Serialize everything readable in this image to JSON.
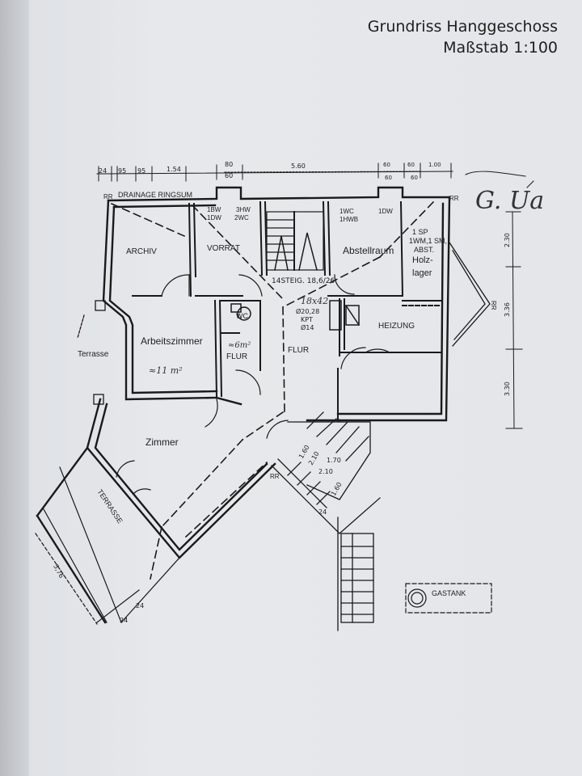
{
  "title": {
    "line1": "Grundriss Hanggeschoss",
    "line2": "Maßstab 1:100"
  },
  "rooms": {
    "archiv": "ARCHIV",
    "vorrat": "VORRAT",
    "abstellraum": "Abstellraum",
    "holzlager": [
      "1 SP",
      "1WM,1 SM,",
      "ABST.",
      "Holz-",
      "lager"
    ],
    "arbeitszimmer": "Arbeitszimmer",
    "arbeitszimmer_area": "≈11 m²",
    "wc": "WC",
    "wc_area": "≈6m²",
    "flur1": "FLUR",
    "flur2": "FLUR",
    "heizung": "HEIZUNG",
    "zimmer": "Zimmer",
    "terrasse1": "Terrasse",
    "terrasse2": "TERRASSE",
    "gastank": "GASTANK"
  },
  "annotations": {
    "drainage": "DRAINAGE RINGSUM",
    "rr_tl": "RR",
    "rr_tr": "RR",
    "rr_stair": "RR",
    "rr_right": "RR",
    "steig": "14STEIG. 18,6/26",
    "chimney_size": "18x42",
    "chimney1": "Ø20,28",
    "chimney2": "KPT",
    "chimney3": "Ø14",
    "vorrat_fixt": [
      "1BW",
      "3HW",
      "1DW",
      "2WC"
    ],
    "abst_fixt": [
      "1WC",
      "1DW",
      "1HWB"
    ],
    "signature": "G. Ua",
    "dim_576": "5,76",
    "dim_24a": "24",
    "dim_24b": "24",
    "dim_24c": "24"
  },
  "dimensions_top": [
    "24",
    "95",
    "95",
    "1.54",
    "80",
    "60",
    "5.60",
    "60",
    "60",
    "60",
    "60",
    "1.00"
  ],
  "dimensions_right": [
    "2.30",
    "3.36",
    "3.30"
  ],
  "stair_dims": [
    "1.60",
    "2.10",
    "1.70",
    "2.10",
    "1.60"
  ]
}
